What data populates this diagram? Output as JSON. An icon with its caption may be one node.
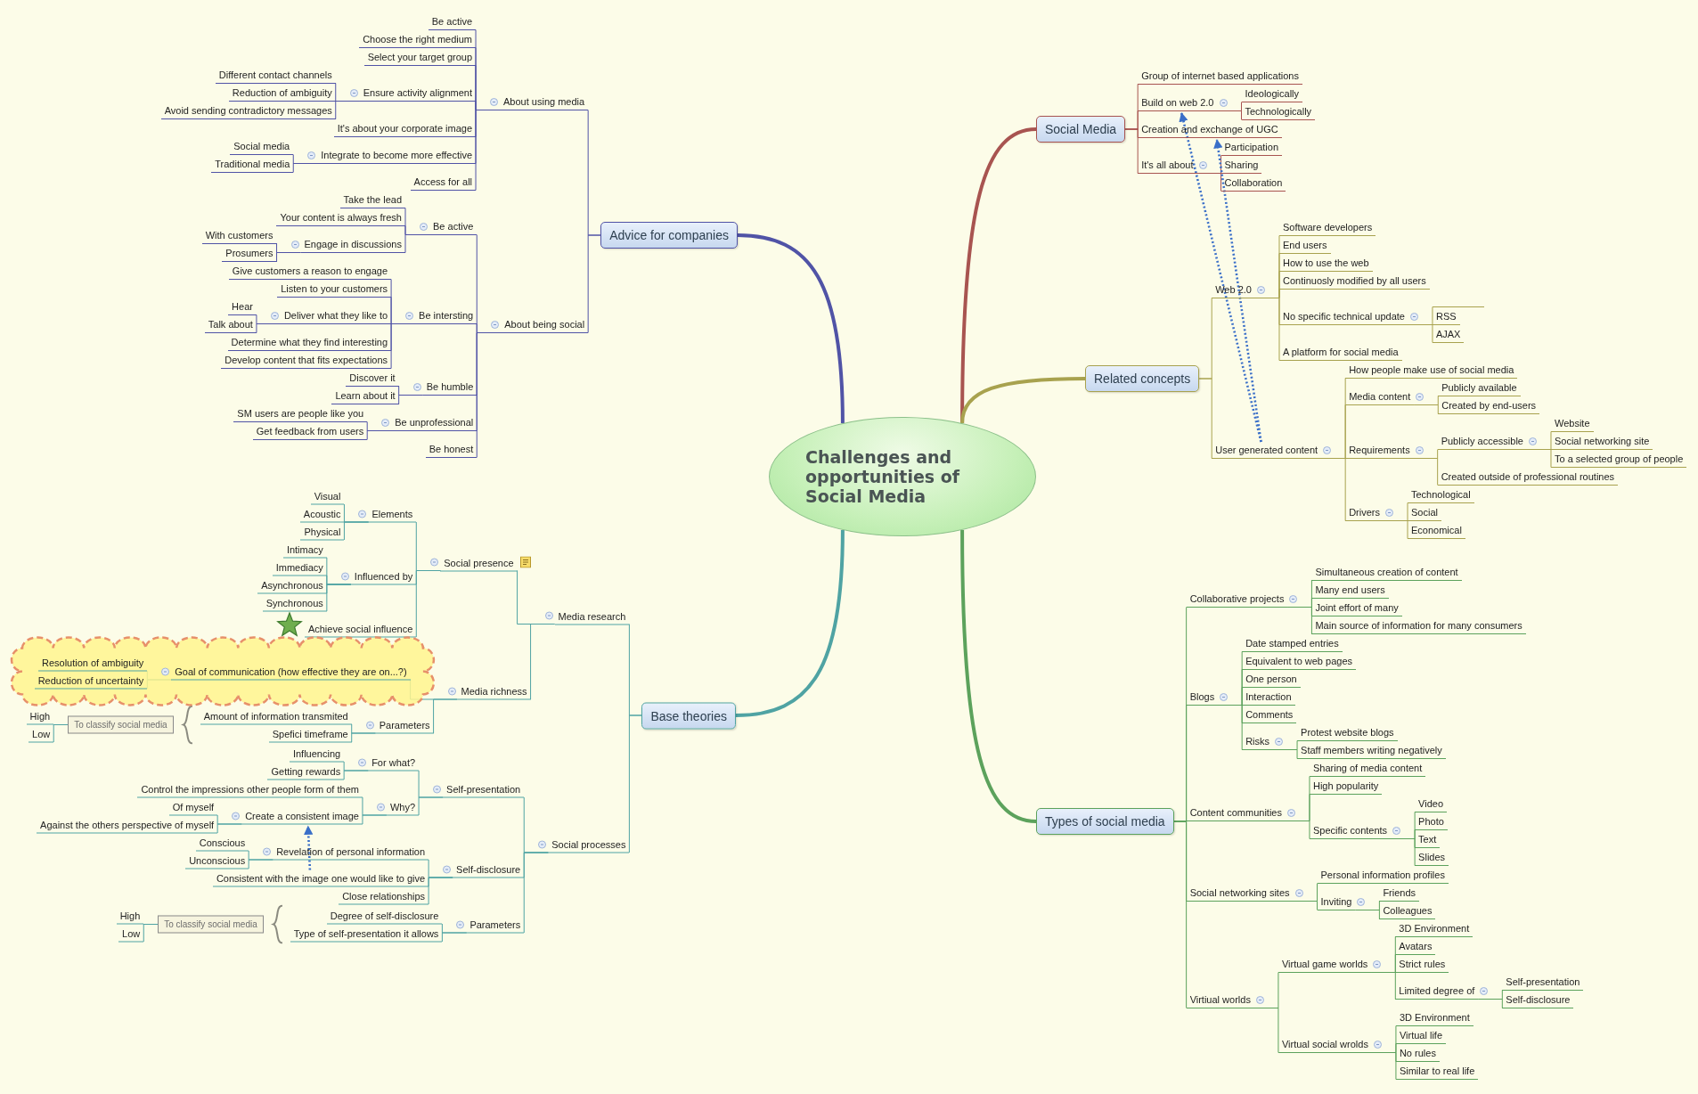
{
  "diagram": {
    "nodes": [
      {
        "text": [
          "Challenges and opportunities of Social Media"
        ]
      },
      {
        "text": [
          "Social Media"
        ]
      },
      {
        "text": [
          "Group of internet based applications"
        ]
      },
      {
        "text": [
          "Build on web 2.0"
        ]
      },
      {
        "text": [
          "Ideologically"
        ]
      },
      {
        "text": [
          "Technologically"
        ]
      },
      {
        "text": [
          "Creation and exchange of UGC"
        ]
      },
      {
        "text": [
          "It's all about"
        ]
      },
      {
        "text": [
          "Participation"
        ]
      },
      {
        "text": [
          "Sharing"
        ]
      },
      {
        "text": [
          "Collaboration"
        ]
      },
      {
        "text": [
          "Related concepts"
        ]
      },
      {
        "text": [
          "Web 2.0"
        ]
      },
      {
        "text": [
          "Software developers"
        ]
      },
      {
        "text": [
          "End users"
        ]
      },
      {
        "text": [
          "How to use the web"
        ]
      },
      {
        "text": [
          "Continuosly modified by all users"
        ]
      },
      {
        "text": [
          "No specific technical update"
        ]
      },
      {
        "text": [],
        "shape": "bar"
      },
      {
        "text": [
          "RSS"
        ]
      },
      {
        "text": [
          "AJAX"
        ]
      },
      {
        "text": [
          "A platform for social media"
        ]
      },
      {
        "text": [
          "User generated content"
        ]
      },
      {
        "text": [
          "How people make use of social media"
        ]
      },
      {
        "text": [
          "Media content"
        ]
      },
      {
        "text": [
          "Publicly available"
        ]
      },
      {
        "text": [
          "Created by end-users"
        ]
      },
      {
        "text": [
          "Requirements"
        ]
      },
      {
        "text": [
          "Publicly accessible"
        ]
      },
      {
        "text": [
          "Website"
        ]
      },
      {
        "text": [
          "Social networking site"
        ]
      },
      {
        "text": [
          "To a selected group of people"
        ]
      },
      {
        "text": [
          "Created outside of professional routines"
        ]
      },
      {
        "text": [
          "Drivers"
        ]
      },
      {
        "text": [
          "Technological"
        ]
      },
      {
        "text": [
          "Social"
        ]
      },
      {
        "text": [
          "Economical"
        ]
      },
      {
        "text": [
          "Types of social media"
        ]
      },
      {
        "text": [
          "Collaborative projects"
        ]
      },
      {
        "text": [
          "Simultaneous creation of content"
        ]
      },
      {
        "text": [
          "Many end users"
        ]
      },
      {
        "text": [
          "Joint effort of many"
        ]
      },
      {
        "text": [
          "Main source of information for many consumers"
        ]
      },
      {
        "text": [
          "Blogs"
        ]
      },
      {
        "text": [
          "Date stamped entries"
        ]
      },
      {
        "text": [
          "Equivalent to web pages"
        ]
      },
      {
        "text": [
          "One person"
        ]
      },
      {
        "text": [
          "Interaction"
        ]
      },
      {
        "text": [
          "Comments"
        ]
      },
      {
        "text": [
          "Risks"
        ]
      },
      {
        "text": [
          "Protest website blogs"
        ]
      },
      {
        "text": [
          "Staff members writing negatively"
        ]
      },
      {
        "text": [
          "Content communities"
        ]
      },
      {
        "text": [
          "Sharing of media content"
        ]
      },
      {
        "text": [
          "High popularity"
        ]
      },
      {
        "text": [
          "Specific contents"
        ]
      },
      {
        "text": [
          "Video"
        ]
      },
      {
        "text": [
          "Photo"
        ]
      },
      {
        "text": [
          "Text"
        ]
      },
      {
        "text": [
          "Slides"
        ]
      },
      {
        "text": [
          "Social networking sites"
        ]
      },
      {
        "text": [
          "Personal information profiles"
        ]
      },
      {
        "text": [
          "Inviting"
        ]
      },
      {
        "text": [
          "Friends"
        ]
      },
      {
        "text": [
          "Colleagues"
        ]
      },
      {
        "text": [
          "Virtiual worlds"
        ]
      },
      {
        "text": [
          "Virtual game worlds"
        ]
      },
      {
        "text": [
          "3D Environment"
        ]
      },
      {
        "text": [
          "Avatars"
        ]
      },
      {
        "text": [
          "Strict rules"
        ]
      },
      {
        "text": [
          "Limited degree of"
        ]
      },
      {
        "text": [
          "Self-presentation"
        ]
      },
      {
        "text": [
          "Self-disclosure"
        ]
      },
      {
        "text": [
          "Virtual social wrolds"
        ]
      },
      {
        "text": [
          "3D Environment"
        ]
      },
      {
        "text": [
          "Virtual life"
        ]
      },
      {
        "text": [
          "No rules"
        ]
      },
      {
        "text": [
          "Similar to real life"
        ]
      },
      {
        "text": [
          "Advice for companies"
        ]
      },
      {
        "text": [
          "About using media"
        ]
      },
      {
        "text": [
          "Be active"
        ]
      },
      {
        "text": [
          "Choose the right medium"
        ]
      },
      {
        "text": [
          "Select your target group"
        ]
      },
      {
        "text": [
          "Ensure activity alignment"
        ]
      },
      {
        "text": [
          "Different contact channels"
        ]
      },
      {
        "text": [
          "Reduction of ambiguity"
        ]
      },
      {
        "text": [
          "Avoid sending contradictory messages"
        ]
      },
      {
        "text": [
          "It's about your corporate image"
        ]
      },
      {
        "text": [
          "Integrate to become more effective"
        ]
      },
      {
        "text": [
          "Social media"
        ]
      },
      {
        "text": [
          "Traditional media"
        ]
      },
      {
        "text": [
          "Access for all"
        ]
      },
      {
        "text": [
          "About being social"
        ]
      },
      {
        "text": [
          "Be active"
        ]
      },
      {
        "text": [
          "Take the lead"
        ]
      },
      {
        "text": [
          "Your content is always fresh"
        ]
      },
      {
        "text": [
          "Engage in discussions"
        ]
      },
      {
        "text": [
          "With customers"
        ]
      },
      {
        "text": [
          "Prosumers"
        ]
      },
      {
        "text": [
          "Be intersting"
        ]
      },
      {
        "text": [
          "Give customers a reason to engage"
        ]
      },
      {
        "text": [
          "Listen to your customers"
        ]
      },
      {
        "text": [
          "Deliver what they like to"
        ]
      },
      {
        "text": [
          "Hear"
        ]
      },
      {
        "text": [
          "Talk about"
        ]
      },
      {
        "text": [
          "Determine what they find interesting"
        ]
      },
      {
        "text": [
          "Develop content that fits expectations"
        ]
      },
      {
        "text": [
          "Be humble"
        ]
      },
      {
        "text": [
          "Discover it"
        ]
      },
      {
        "text": [
          "Learn about it"
        ]
      },
      {
        "text": [
          "Be unprofessional"
        ]
      },
      {
        "text": [
          "SM users are people like you"
        ]
      },
      {
        "text": [
          "Get feedback from users"
        ]
      },
      {
        "text": [
          "Be honest"
        ]
      },
      {
        "text": [
          "Base theories"
        ]
      },
      {
        "text": [
          "Media research"
        ]
      },
      {
        "text": [
          "Social presence"
        ]
      },
      {
        "text": [
          "Elements"
        ]
      },
      {
        "text": [
          "Visual"
        ]
      },
      {
        "text": [
          "Acoustic"
        ]
      },
      {
        "text": [
          "Physical"
        ]
      },
      {
        "text": [
          "Influenced by"
        ]
      },
      {
        "text": [
          "Intimacy"
        ]
      },
      {
        "text": [
          "Immediacy"
        ]
      },
      {
        "text": [
          "Asynchronous"
        ]
      },
      {
        "text": [
          "Synchronous"
        ]
      },
      {
        "text": [
          "Achieve social influence"
        ]
      },
      {
        "text": [
          "Media richness"
        ]
      },
      {
        "text": [],
        "shape": "cloud"
      },
      {
        "text": [
          "Goal of communication (how effective they are on...?)"
        ],
        "in": 128
      },
      {
        "text": [
          "Resolution of ambiguity"
        ],
        "in": 128
      },
      {
        "text": [
          "Reduction of uncertainty"
        ],
        "in": 128
      },
      {
        "text": [
          "Parameters"
        ]
      },
      {
        "text": [
          "Amount of information transmited"
        ]
      },
      {
        "text": [
          "Spefici timeframe"
        ]
      },
      {
        "text": [
          "To classify social media"
        ]
      },
      {
        "text": [
          "High"
        ]
      },
      {
        "text": [
          "Low"
        ]
      },
      {
        "text": [
          "Social processes"
        ]
      },
      {
        "text": [
          "Self-presentation"
        ]
      },
      {
        "text": [
          "For what?"
        ]
      },
      {
        "text": [
          "Influencing"
        ]
      },
      {
        "text": [
          "Getting rewards"
        ]
      },
      {
        "text": [
          "Why?"
        ]
      },
      {
        "text": [
          "Control the impressions other people form of them"
        ]
      },
      {
        "text": [
          "Create a consistent image"
        ]
      },
      {
        "text": [
          "Of myself"
        ]
      },
      {
        "text": [
          "Against the others perspective of myself"
        ]
      },
      {
        "text": [
          "Self-disclosure"
        ]
      },
      {
        "text": [
          "Revelation of personal information"
        ]
      },
      {
        "text": [
          "Conscious"
        ]
      },
      {
        "text": [
          "Unconscious"
        ]
      },
      {
        "text": [
          "Consistent with the image one would like to give"
        ]
      },
      {
        "text": [
          "Close relationships"
        ]
      },
      {
        "text": [
          "Parameters"
        ]
      },
      {
        "text": [
          "Degree of self-disclosure"
        ]
      },
      {
        "text": [
          "Type of self-presentation it allows"
        ]
      },
      {
        "text": [
          "To classify social media"
        ]
      },
      {
        "text": [
          "High"
        ]
      },
      {
        "text": [
          "Low"
        ]
      }
    ],
    "edges": [
      {
        "from": 0,
        "to": 1,
        "arrow": "none",
        "style": "thick",
        "color": "#a85450"
      },
      {
        "from": 0,
        "to": 11,
        "arrow": "none",
        "style": "thick",
        "color": "#a8a24e"
      },
      {
        "from": 0,
        "to": 37,
        "arrow": "none",
        "style": "thick",
        "color": "#5ca25c"
      },
      {
        "from": 0,
        "to": 78,
        "arrow": "none",
        "style": "thick",
        "color": "#5053a6"
      },
      {
        "from": 0,
        "to": 114,
        "arrow": "none",
        "style": "thick",
        "color": "#4fa3a3"
      },
      {
        "from": 1,
        "to": 2,
        "arrow": "none",
        "color": "#a85450"
      },
      {
        "from": 1,
        "to": 3,
        "arrow": "none",
        "color": "#a85450"
      },
      {
        "from": 1,
        "to": 6,
        "arrow": "none",
        "color": "#a85450"
      },
      {
        "from": 1,
        "to": 7,
        "arrow": "none",
        "color": "#a85450"
      },
      {
        "from": 3,
        "to": 4,
        "arrow": "none",
        "color": "#a85450"
      },
      {
        "from": 3,
        "to": 5,
        "arrow": "none",
        "color": "#a85450"
      },
      {
        "from": 7,
        "to": 8,
        "arrow": "none",
        "color": "#a85450"
      },
      {
        "from": 7,
        "to": 9,
        "arrow": "none",
        "color": "#a85450"
      },
      {
        "from": 7,
        "to": 10,
        "arrow": "none",
        "color": "#a85450"
      },
      {
        "from": 11,
        "to": 12,
        "arrow": "none",
        "color": "#a8a24e"
      },
      {
        "from": 11,
        "to": 22,
        "arrow": "none",
        "color": "#a8a24e"
      },
      {
        "from": 12,
        "to": 13,
        "arrow": "none",
        "color": "#a8a24e"
      },
      {
        "from": 12,
        "to": 14,
        "arrow": "none",
        "color": "#a8a24e"
      },
      {
        "from": 12,
        "to": 15,
        "arrow": "none",
        "color": "#a8a24e"
      },
      {
        "from": 12,
        "to": 16,
        "arrow": "none",
        "color": "#a8a24e"
      },
      {
        "from": 12,
        "to": 17,
        "arrow": "none",
        "color": "#a8a24e"
      },
      {
        "from": 12,
        "to": 21,
        "arrow": "none",
        "color": "#a8a24e"
      },
      {
        "from": 17,
        "to": 18,
        "arrow": "none",
        "color": "#a8a24e"
      },
      {
        "from": 17,
        "to": 19,
        "arrow": "none",
        "color": "#a8a24e"
      },
      {
        "from": 17,
        "to": 20,
        "arrow": "none",
        "color": "#a8a24e"
      },
      {
        "from": 22,
        "to": 23,
        "arrow": "none",
        "color": "#a8a24e"
      },
      {
        "from": 22,
        "to": 24,
        "arrow": "none",
        "color": "#a8a24e"
      },
      {
        "from": 22,
        "to": 27,
        "arrow": "none",
        "color": "#a8a24e"
      },
      {
        "from": 22,
        "to": 33,
        "arrow": "none",
        "color": "#a8a24e"
      },
      {
        "from": 24,
        "to": 25,
        "arrow": "none",
        "color": "#a8a24e"
      },
      {
        "from": 24,
        "to": 26,
        "arrow": "none",
        "color": "#a8a24e"
      },
      {
        "from": 27,
        "to": 28,
        "arrow": "none",
        "color": "#a8a24e"
      },
      {
        "from": 27,
        "to": 32,
        "arrow": "none",
        "color": "#a8a24e"
      },
      {
        "from": 28,
        "to": 29,
        "arrow": "none",
        "color": "#a8a24e"
      },
      {
        "from": 28,
        "to": 30,
        "arrow": "none",
        "color": "#a8a24e"
      },
      {
        "from": 28,
        "to": 31,
        "arrow": "none",
        "color": "#a8a24e"
      },
      {
        "from": 33,
        "to": 34,
        "arrow": "none",
        "color": "#a8a24e"
      },
      {
        "from": 33,
        "to": 35,
        "arrow": "none",
        "color": "#a8a24e"
      },
      {
        "from": 33,
        "to": 36,
        "arrow": "none",
        "color": "#a8a24e"
      },
      {
        "from": 37,
        "to": 38,
        "arrow": "none",
        "color": "#5ca25c"
      },
      {
        "from": 37,
        "to": 43,
        "arrow": "none",
        "color": "#5ca25c"
      },
      {
        "from": 37,
        "to": 52,
        "arrow": "none",
        "color": "#5ca25c"
      },
      {
        "from": 37,
        "to": 60,
        "arrow": "none",
        "color": "#5ca25c"
      },
      {
        "from": 37,
        "to": 65,
        "arrow": "none",
        "color": "#5ca25c"
      },
      {
        "from": 38,
        "to": 39,
        "arrow": "none",
        "color": "#5ca25c"
      },
      {
        "from": 38,
        "to": 40,
        "arrow": "none",
        "color": "#5ca25c"
      },
      {
        "from": 38,
        "to": 41,
        "arrow": "none",
        "color": "#5ca25c"
      },
      {
        "from": 38,
        "to": 42,
        "arrow": "none",
        "color": "#5ca25c"
      },
      {
        "from": 43,
        "to": 44,
        "arrow": "none",
        "color": "#5ca25c"
      },
      {
        "from": 43,
        "to": 45,
        "arrow": "none",
        "color": "#5ca25c"
      },
      {
        "from": 43,
        "to": 46,
        "arrow": "none",
        "color": "#5ca25c"
      },
      {
        "from": 43,
        "to": 47,
        "arrow": "none",
        "color": "#5ca25c"
      },
      {
        "from": 43,
        "to": 48,
        "arrow": "none",
        "color": "#5ca25c"
      },
      {
        "from": 43,
        "to": 49,
        "arrow": "none",
        "color": "#5ca25c"
      },
      {
        "from": 49,
        "to": 50,
        "arrow": "none",
        "color": "#5ca25c"
      },
      {
        "from": 49,
        "to": 51,
        "arrow": "none",
        "color": "#5ca25c"
      },
      {
        "from": 52,
        "to": 53,
        "arrow": "none",
        "color": "#5ca25c"
      },
      {
        "from": 52,
        "to": 54,
        "arrow": "none",
        "color": "#5ca25c"
      },
      {
        "from": 52,
        "to": 55,
        "arrow": "none",
        "color": "#5ca25c"
      },
      {
        "from": 55,
        "to": 56,
        "arrow": "none",
        "color": "#5ca25c"
      },
      {
        "from": 55,
        "to": 57,
        "arrow": "none",
        "color": "#5ca25c"
      },
      {
        "from": 55,
        "to": 58,
        "arrow": "none",
        "color": "#5ca25c"
      },
      {
        "from": 55,
        "to": 59,
        "arrow": "none",
        "color": "#5ca25c"
      },
      {
        "from": 60,
        "to": 61,
        "arrow": "none",
        "color": "#5ca25c"
      },
      {
        "from": 60,
        "to": 62,
        "arrow": "none",
        "color": "#5ca25c"
      },
      {
        "from": 62,
        "to": 63,
        "arrow": "none",
        "color": "#5ca25c"
      },
      {
        "from": 62,
        "to": 64,
        "arrow": "none",
        "color": "#5ca25c"
      },
      {
        "from": 65,
        "to": 66,
        "arrow": "none",
        "color": "#5ca25c"
      },
      {
        "from": 65,
        "to": 73,
        "arrow": "none",
        "color": "#5ca25c"
      },
      {
        "from": 66,
        "to": 67,
        "arrow": "none",
        "color": "#5ca25c"
      },
      {
        "from": 66,
        "to": 68,
        "arrow": "none",
        "color": "#5ca25c"
      },
      {
        "from": 66,
        "to": 69,
        "arrow": "none",
        "color": "#5ca25c"
      },
      {
        "from": 66,
        "to": 70,
        "arrow": "none",
        "color": "#5ca25c"
      },
      {
        "from": 70,
        "to": 71,
        "arrow": "none",
        "color": "#5ca25c"
      },
      {
        "from": 70,
        "to": 72,
        "arrow": "none",
        "color": "#5ca25c"
      },
      {
        "from": 73,
        "to": 74,
        "arrow": "none",
        "color": "#5ca25c"
      },
      {
        "from": 73,
        "to": 75,
        "arrow": "none",
        "color": "#5ca25c"
      },
      {
        "from": 73,
        "to": 76,
        "arrow": "none",
        "color": "#5ca25c"
      },
      {
        "from": 73,
        "to": 77,
        "arrow": "none",
        "color": "#5ca25c"
      },
      {
        "from": 78,
        "to": 79,
        "arrow": "none",
        "color": "#5053a6"
      },
      {
        "from": 78,
        "to": 92,
        "arrow": "none",
        "color": "#5053a6"
      },
      {
        "from": 79,
        "to": 80,
        "arrow": "none",
        "color": "#5053a6"
      },
      {
        "from": 79,
        "to": 81,
        "arrow": "none",
        "color": "#5053a6"
      },
      {
        "from": 79,
        "to": 82,
        "arrow": "none",
        "color": "#5053a6"
      },
      {
        "from": 79,
        "to": 83,
        "arrow": "none",
        "color": "#5053a6"
      },
      {
        "from": 79,
        "to": 87,
        "arrow": "none",
        "color": "#5053a6"
      },
      {
        "from": 79,
        "to": 88,
        "arrow": "none",
        "color": "#5053a6"
      },
      {
        "from": 79,
        "to": 91,
        "arrow": "none",
        "color": "#5053a6"
      },
      {
        "from": 83,
        "to": 84,
        "arrow": "none",
        "color": "#5053a6"
      },
      {
        "from": 83,
        "to": 85,
        "arrow": "none",
        "color": "#5053a6"
      },
      {
        "from": 83,
        "to": 86,
        "arrow": "none",
        "color": "#5053a6"
      },
      {
        "from": 88,
        "to": 89,
        "arrow": "none",
        "color": "#5053a6"
      },
      {
        "from": 88,
        "to": 90,
        "arrow": "none",
        "color": "#5053a6"
      },
      {
        "from": 92,
        "to": 93,
        "arrow": "none",
        "color": "#5053a6"
      },
      {
        "from": 92,
        "to": 99,
        "arrow": "none",
        "color": "#5053a6"
      },
      {
        "from": 92,
        "to": 107,
        "arrow": "none",
        "color": "#5053a6"
      },
      {
        "from": 92,
        "to": 110,
        "arrow": "none",
        "color": "#5053a6"
      },
      {
        "from": 92,
        "to": 113,
        "arrow": "none",
        "color": "#5053a6"
      },
      {
        "from": 93,
        "to": 94,
        "arrow": "none",
        "color": "#5053a6"
      },
      {
        "from": 93,
        "to": 95,
        "arrow": "none",
        "color": "#5053a6"
      },
      {
        "from": 93,
        "to": 96,
        "arrow": "none",
        "color": "#5053a6"
      },
      {
        "from": 96,
        "to": 97,
        "arrow": "none",
        "color": "#5053a6"
      },
      {
        "from": 96,
        "to": 98,
        "arrow": "none",
        "color": "#5053a6"
      },
      {
        "from": 99,
        "to": 100,
        "arrow": "none",
        "color": "#5053a6"
      },
      {
        "from": 99,
        "to": 101,
        "arrow": "none",
        "color": "#5053a6"
      },
      {
        "from": 99,
        "to": 102,
        "arrow": "none",
        "color": "#5053a6"
      },
      {
        "from": 99,
        "to": 105,
        "arrow": "none",
        "color": "#5053a6"
      },
      {
        "from": 99,
        "to": 106,
        "arrow": "none",
        "color": "#5053a6"
      },
      {
        "from": 102,
        "to": 103,
        "arrow": "none",
        "color": "#5053a6"
      },
      {
        "from": 102,
        "to": 104,
        "arrow": "none",
        "color": "#5053a6"
      },
      {
        "from": 107,
        "to": 108,
        "arrow": "none",
        "color": "#5053a6"
      },
      {
        "from": 107,
        "to": 109,
        "arrow": "none",
        "color": "#5053a6"
      },
      {
        "from": 110,
        "to": 111,
        "arrow": "none",
        "color": "#5053a6"
      },
      {
        "from": 110,
        "to": 112,
        "arrow": "none",
        "color": "#5053a6"
      },
      {
        "from": 114,
        "to": 115,
        "arrow": "none",
        "color": "#4fa3a3"
      },
      {
        "from": 114,
        "to": 138,
        "arrow": "none",
        "color": "#4fa3a3"
      },
      {
        "from": 115,
        "to": 116,
        "arrow": "none",
        "color": "#4fa3a3"
      },
      {
        "from": 115,
        "to": 127,
        "arrow": "none",
        "color": "#4fa3a3"
      },
      {
        "from": 116,
        "to": 117,
        "arrow": "none",
        "color": "#4fa3a3"
      },
      {
        "from": 116,
        "to": 121,
        "arrow": "none",
        "color": "#4fa3a3"
      },
      {
        "from": 116,
        "to": 126,
        "arrow": "none",
        "color": "#4fa3a3"
      },
      {
        "from": 117,
        "to": 118,
        "arrow": "none",
        "color": "#4fa3a3"
      },
      {
        "from": 117,
        "to": 119,
        "arrow": "none",
        "color": "#4fa3a3"
      },
      {
        "from": 117,
        "to": 120,
        "arrow": "none",
        "color": "#4fa3a3"
      },
      {
        "from": 121,
        "to": 122,
        "arrow": "none",
        "color": "#4fa3a3"
      },
      {
        "from": 121,
        "to": 123,
        "arrow": "none",
        "color": "#4fa3a3"
      },
      {
        "from": 121,
        "to": 124,
        "arrow": "none",
        "color": "#4fa3a3"
      },
      {
        "from": 121,
        "to": 125,
        "arrow": "none",
        "color": "#4fa3a3"
      },
      {
        "from": 127,
        "to": 129,
        "arrow": "none",
        "color": "#4fa3a3"
      },
      {
        "from": 127,
        "to": 132,
        "arrow": "none",
        "color": "#4fa3a3"
      },
      {
        "from": 129,
        "to": 130,
        "arrow": "none",
        "color": "#4fa3a3"
      },
      {
        "from": 129,
        "to": 131,
        "arrow": "none",
        "color": "#4fa3a3"
      },
      {
        "from": 132,
        "to": 133,
        "arrow": "none",
        "color": "#4fa3a3"
      },
      {
        "from": 132,
        "to": 134,
        "arrow": "none",
        "color": "#4fa3a3"
      },
      {
        "from": 135,
        "to": 136,
        "arrow": "none",
        "color": "#4fa3a3"
      },
      {
        "from": 135,
        "to": 137,
        "arrow": "none",
        "color": "#4fa3a3"
      },
      {
        "from": 138,
        "to": 139,
        "arrow": "none",
        "color": "#4fa3a3"
      },
      {
        "from": 138,
        "to": 148,
        "arrow": "none",
        "color": "#4fa3a3"
      },
      {
        "from": 138,
        "to": 154,
        "arrow": "none",
        "color": "#4fa3a3"
      },
      {
        "from": 139,
        "to": 140,
        "arrow": "none",
        "color": "#4fa3a3"
      },
      {
        "from": 139,
        "to": 143,
        "arrow": "none",
        "color": "#4fa3a3"
      },
      {
        "from": 140,
        "to": 141,
        "arrow": "none",
        "color": "#4fa3a3"
      },
      {
        "from": 140,
        "to": 142,
        "arrow": "none",
        "color": "#4fa3a3"
      },
      {
        "from": 143,
        "to": 144,
        "arrow": "none",
        "color": "#4fa3a3"
      },
      {
        "from": 143,
        "to": 145,
        "arrow": "none",
        "color": "#4fa3a3"
      },
      {
        "from": 145,
        "to": 146,
        "arrow": "none",
        "color": "#4fa3a3"
      },
      {
        "from": 145,
        "to": 147,
        "arrow": "none",
        "color": "#4fa3a3"
      },
      {
        "from": 148,
        "to": 149,
        "arrow": "none",
        "color": "#4fa3a3"
      },
      {
        "from": 148,
        "to": 152,
        "arrow": "none",
        "color": "#4fa3a3"
      },
      {
        "from": 148,
        "to": 153,
        "arrow": "none",
        "color": "#4fa3a3"
      },
      {
        "from": 149,
        "to": 150,
        "arrow": "none",
        "color": "#4fa3a3"
      },
      {
        "from": 149,
        "to": 151,
        "arrow": "none",
        "color": "#4fa3a3"
      },
      {
        "from": 154,
        "to": 155,
        "arrow": "none",
        "color": "#4fa3a3"
      },
      {
        "from": 154,
        "to": 156,
        "arrow": "none",
        "color": "#4fa3a3"
      },
      {
        "from": 157,
        "to": 158,
        "arrow": "none",
        "color": "#4fa3a3"
      },
      {
        "from": 157,
        "to": 159,
        "arrow": "none",
        "color": "#4fa3a3"
      },
      {
        "from": 22,
        "to": 3,
        "arrow": "to",
        "style": "dashed",
        "color": "#3a6fc8"
      },
      {
        "from": 22,
        "to": 6,
        "arrow": "to",
        "style": "dashed",
        "color": "#3a6fc8"
      },
      {
        "from": 152,
        "to": 145,
        "arrow": "to",
        "style": "dashed",
        "color": "#3a6fc8"
      }
    ]
  }
}
